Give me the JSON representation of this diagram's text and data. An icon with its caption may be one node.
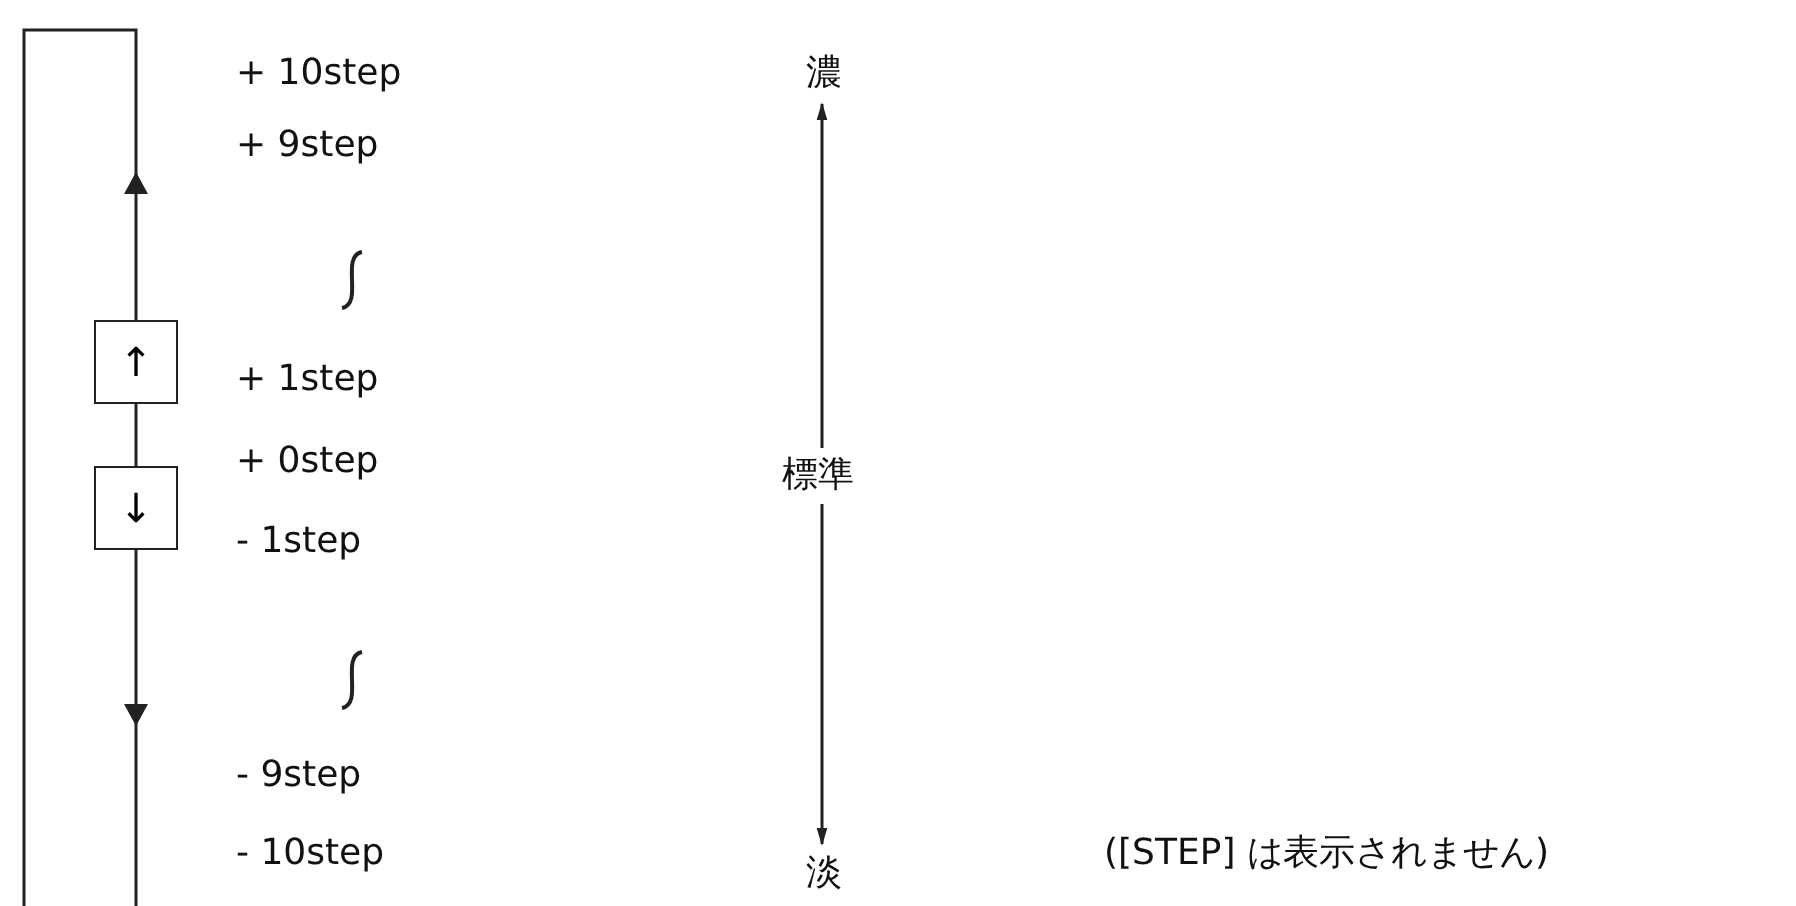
{
  "diagram": {
    "nodes": [
      {
        "text": [
          "濃"
        ]
      },
      {
        "text": [
          "標準"
        ]
      },
      {
        "text": [
          "淡"
        ]
      },
      {
        "text": [
          "↑"
        ]
      },
      {
        "text": [
          "↓"
        ]
      }
    ],
    "edges": [
      {
        "from": 1,
        "to": 0,
        "arrow": "to"
      },
      {
        "from": 1,
        "to": 2,
        "arrow": "to"
      },
      {
        "from": 3,
        "to": 4,
        "arrow": "none"
      }
    ],
    "labels": [
      "+ 10step",
      "+ 9step",
      "+ 1step",
      "+ 0step",
      "- 1step",
      "- 9step",
      "- 10step",
      "([STEP] は表示されません)"
    ]
  }
}
